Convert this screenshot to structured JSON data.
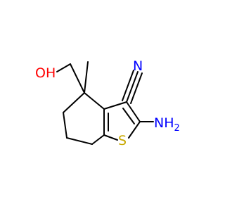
{
  "molecule": {
    "atoms": {
      "hydroxyl": "OH",
      "nitrile_nitrogen": "N",
      "amine": "NH",
      "amine_subscript": "2",
      "sulfur": "S"
    },
    "colors": {
      "bond": "#000000",
      "oxygen": "#ff0000",
      "nitrogen": "#0000ff",
      "sulfur": "#c8a800"
    }
  }
}
